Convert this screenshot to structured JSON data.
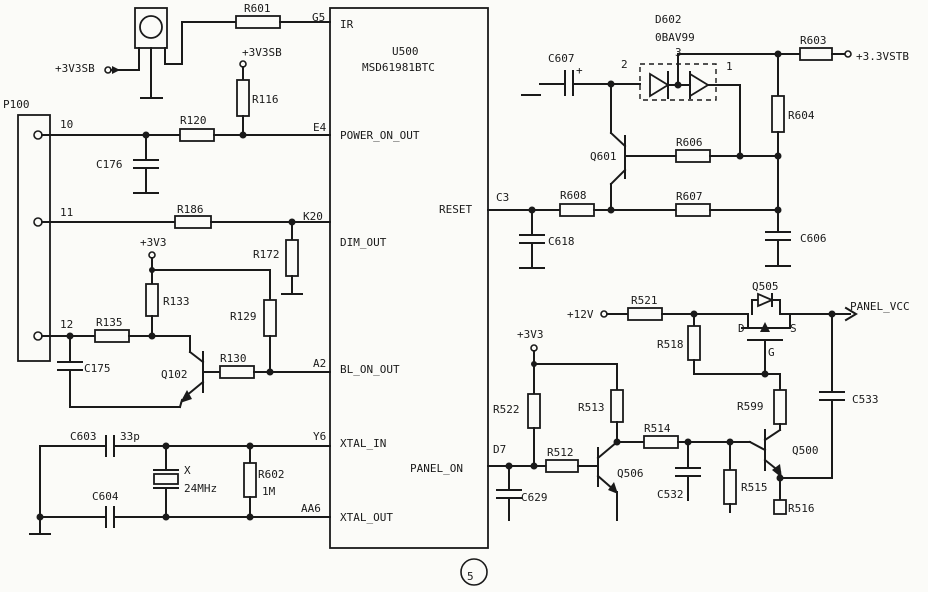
{
  "ic": {
    "ref": "U500",
    "part": "MSD61981BTC",
    "pins": {
      "ir_num": "G5",
      "ir_name": "IR",
      "power_num": "E4",
      "power_name": "POWER_ON_OUT",
      "dim_num": "K20",
      "dim_name": "DIM_OUT",
      "bl_num": "A2",
      "bl_name": "BL_ON_OUT",
      "xin_num": "Y6",
      "xin_name": "XTAL_IN",
      "xout_num": "AA6",
      "xout_name": "XTAL_OUT",
      "reset_num": "C3",
      "reset_name": "RESET",
      "panel_num": "D7",
      "panel_name": "PANEL_ON"
    }
  },
  "connector": {
    "ref": "P100",
    "pin_a": "10",
    "pin_b": "11",
    "pin_c": "12"
  },
  "nets": {
    "v33sb": "+3V3SB",
    "v33": "+3V3",
    "v33stb": "+3.3VSTB",
    "v12": "+12V",
    "panel_vcc": "PANEL_VCC"
  },
  "parts": {
    "R601": "R601",
    "R116": "R116",
    "R120": "R120",
    "C176": "C176",
    "R186": "R186",
    "R172": "R172",
    "R133": "R133",
    "R129": "R129",
    "R135": "R135",
    "C175": "C175",
    "Q102": "Q102",
    "R130": "R130",
    "C603": "C603",
    "C603v": "33p",
    "C604": "C604",
    "X": "X",
    "Xv": "24MHz",
    "R602": "R602",
    "R602v": "1M",
    "D602": "D602",
    "D602v": "0BAV99",
    "d3": "3",
    "d2": "2",
    "d1": "1",
    "C607": "C607",
    "R603": "R603",
    "R604": "R604",
    "Q601": "Q601",
    "R606": "R606",
    "C618": "C618",
    "R608": "R608",
    "R607": "R607",
    "C606": "C606",
    "R521": "R521",
    "Q505": "Q505",
    "D": "D",
    "S": "S",
    "G": "G",
    "R518": "R518",
    "R522": "R522",
    "R513": "R513",
    "C533": "C533",
    "R599": "R599",
    "R514": "R514",
    "Q500": "Q500",
    "R512": "R512",
    "Q506": "Q506",
    "C629": "C629",
    "C532": "C532",
    "R515": "R515",
    "R516": "R516"
  },
  "page_marker": "⑤"
}
